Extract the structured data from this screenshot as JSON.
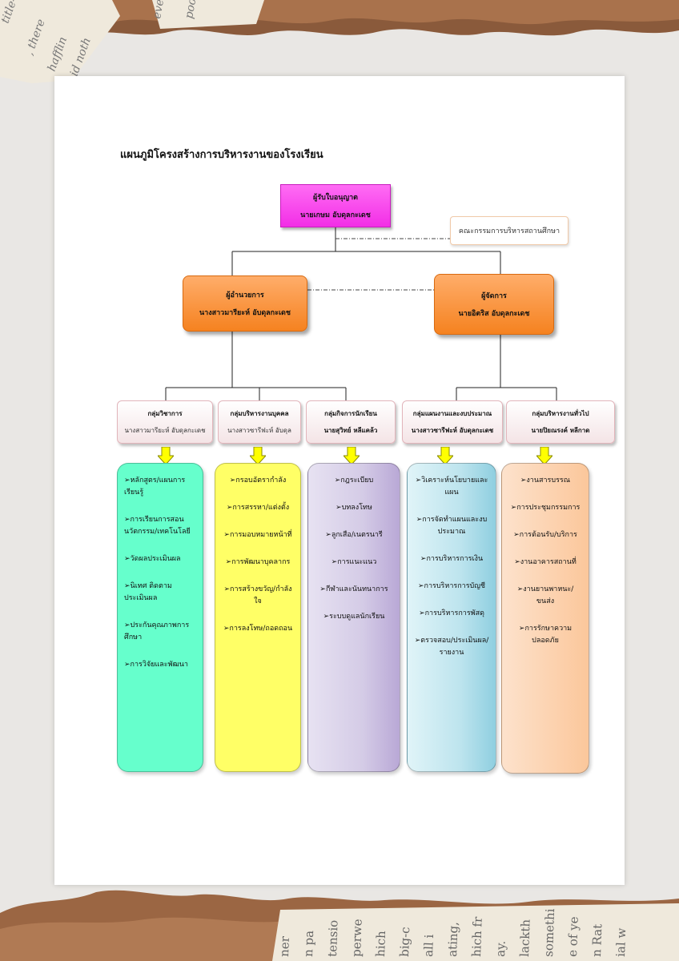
{
  "title": "แผนภูมิโครงสร้างการบริหารงานของโรงเรียน",
  "top": {
    "license_role": "ผู้รับใบอนุญาต",
    "license_name": "นายเกษม อับดุลกะเดช",
    "committee": "คณะกรรมการบริหารสถานศึกษา",
    "director_role": "ผู้อำนวยการ",
    "director_name": "นางสาวมารียะห์ อับดุลกะเดช",
    "manager_role": "ผู้จัดการ",
    "manager_name": "นายอิตริส อับดุลกะเดช"
  },
  "groups": [
    {
      "name": "กลุ่มวิชาการ",
      "head": "นางสาวมารียะห์ อับดุลกะเดช"
    },
    {
      "name": "กลุ่มบริหารงานบุคคล",
      "head": "นางสาวซารีฟะห์ อับดุล"
    },
    {
      "name": "กลุ่มกิจการนักเรียน",
      "head": "นายสุวิทย์ หลีแคล้ว"
    },
    {
      "name": "กลุ่มแผนงานและงบประมาณ",
      "head": "นางสาวซารีฟะห์ อับดุลกะเดช"
    },
    {
      "name": "กลุ่มบริหารงานทั่วไป",
      "head": "นายปิยณรงค์ หลีกาด"
    }
  ],
  "columns": [
    [
      "หลักสูตร/แผนการเรียนรู้",
      "การเรียนการสอนนวัตกรรม/เทคโนโลยี",
      "วัดผลประเมินผล",
      "นิเทศ ติดตามประเมินผล",
      "ประกันคุณภาพการศึกษา",
      "การวิจัยและพัฒนา"
    ],
    [
      "กรอบอัตรากำลัง",
      "การสรรหา/แต่งตั้ง",
      "การมอบหมายหน้าที่",
      "การพัฒนาบุคลากร",
      "การสร้างขวัญ/กำลังใจ",
      "การลงโทษ/ถอดถอน"
    ],
    [
      "กฎระเบียบ",
      "บทลงโทษ",
      "ลูกเสือ/เนตรนารี",
      "การแนะแนว",
      "กีฬาและนันทนาการ",
      "ระบบดูแลนักเรียน"
    ],
    [
      "วิเคราะห์นโยบายและแผน",
      "การจัดทำแผนและงบประมาณ",
      "การบริหารการเงิน",
      "การบริหารการบัญชี",
      "การบริหารการพัสดุ",
      "ตรวจสอบ/ประเมินผล/รายงาน"
    ],
    [
      "งานสารบรรณ",
      "การประชุมกรรมการ",
      "การต้อนรับ/บริการ",
      "งานอาคารสถานที่",
      "งานยานพาหนะ/ขนส่ง",
      "การรักษาความปลอดภัย"
    ]
  ]
}
